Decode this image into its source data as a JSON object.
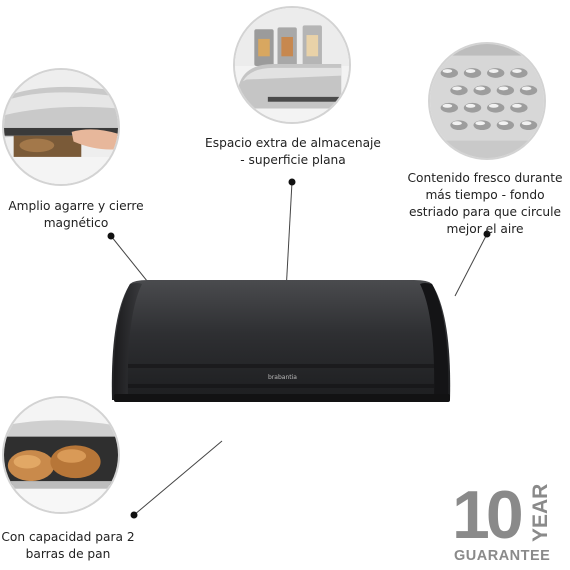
{
  "features": {
    "grip": {
      "label": "Amplio agarre y cierre magnético"
    },
    "storage": {
      "label": "Espacio extra de almacenaje - superficie plana"
    },
    "fresh": {
      "label": "Contenido fresco durante más tiempo - fondo estriado para que circule mejor el aire"
    },
    "capacity": {
      "label": "Con capacidad para 2 barras de pan"
    }
  },
  "product": {
    "brand": "brabantia",
    "color": "#2b2c2e"
  },
  "warranty": {
    "number": "10",
    "unit": "YEAR",
    "word": "GUARANTEE"
  },
  "colors": {
    "accent_grey": "#8a8a8a",
    "leader": "#333333"
  }
}
